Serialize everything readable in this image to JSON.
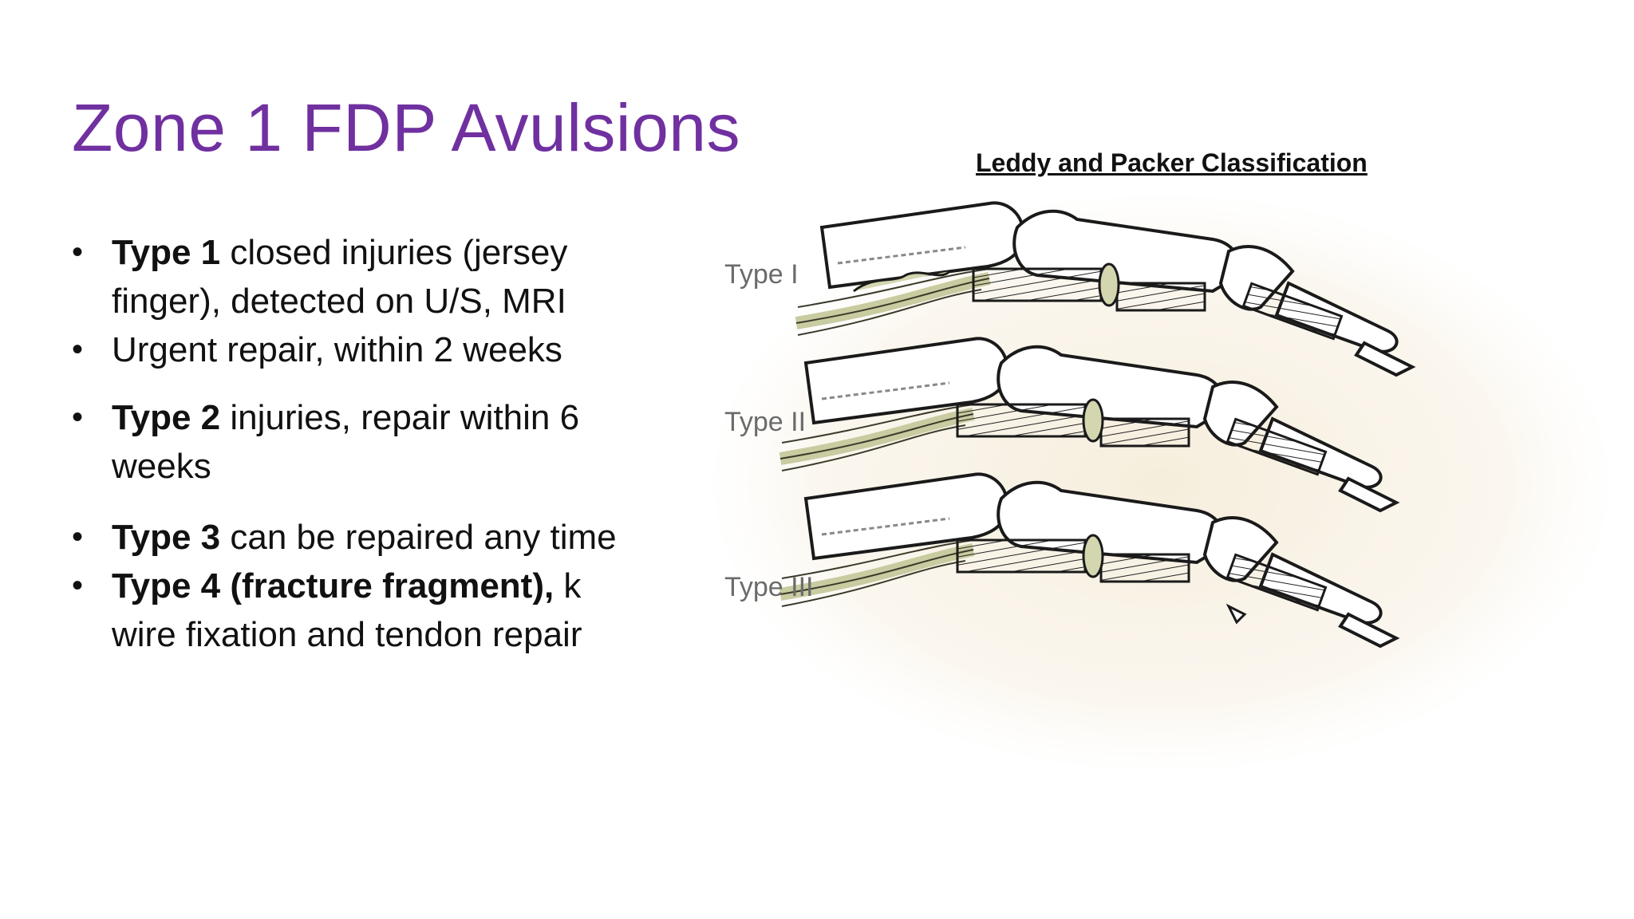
{
  "slide": {
    "title": "Zone 1 FDP Avulsions",
    "bullets": [
      {
        "bold": "Type 1",
        "text": " closed injuries (jersey finger), detected on U/S, MRI"
      },
      {
        "bold": "",
        "text": "Urgent repair, within 2 weeks"
      },
      {
        "bold": "Type 2",
        "text": " injuries, repair within 6 weeks"
      },
      {
        "bold": "Type 3",
        "text": " can be repaired any time"
      },
      {
        "bold": "Type 4 (fracture fragment),",
        "text": " k wire fixation and tendon repair"
      }
    ]
  },
  "figure": {
    "caption": "Leddy and Packer Classification",
    "labels": [
      "Type I",
      "Type II",
      "Type III"
    ],
    "colors": {
      "tendon": "#d4d6b0",
      "bone": "#ffffff",
      "outline": "#1a1a1a",
      "background_glow": "#f5ecd8"
    }
  }
}
